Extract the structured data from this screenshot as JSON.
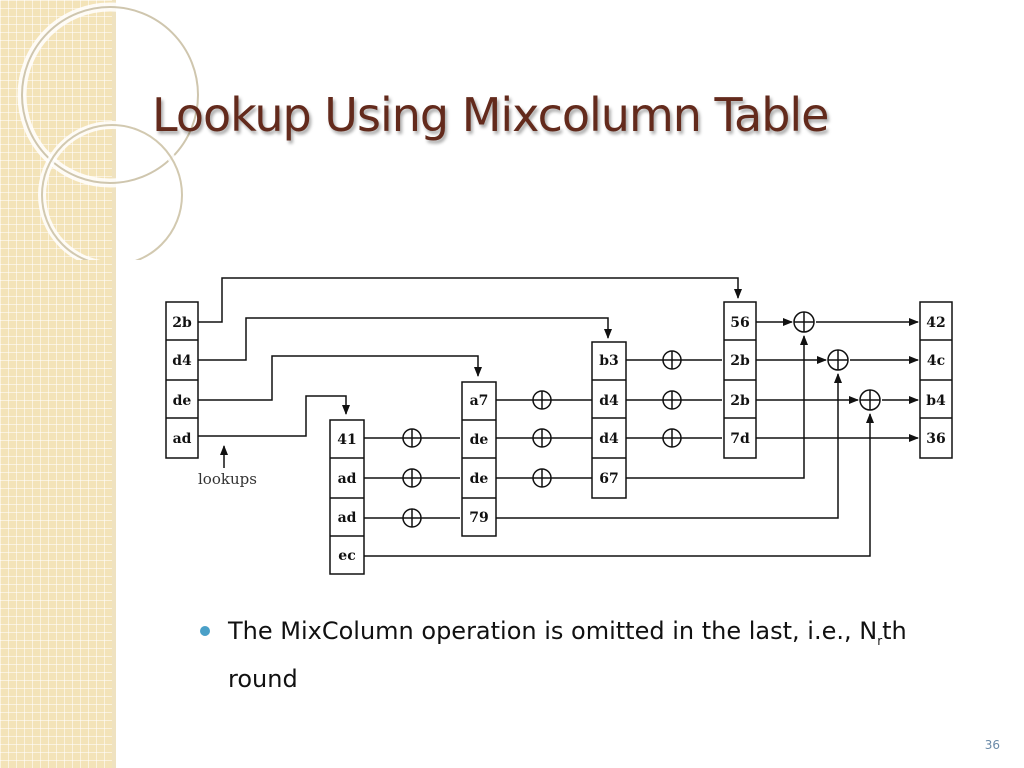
{
  "slide": {
    "title": "Lookup Using Mixcolumn Table",
    "page_number": "36"
  },
  "diagram": {
    "input": [
      "2b",
      "d4",
      "de",
      "ad"
    ],
    "lookup_a": [
      "41",
      "ad",
      "ad",
      "ec"
    ],
    "lookup_b": [
      "a7",
      "de",
      "de",
      "79"
    ],
    "lookup_c": [
      "b3",
      "d4",
      "d4",
      "67"
    ],
    "lookup_d": [
      "56",
      "2b",
      "2b",
      "7d"
    ],
    "output": [
      "42",
      "4c",
      "b4",
      "36"
    ],
    "lookups_label": "lookups"
  },
  "bullets": [
    {
      "pre": "The MixColumn operation is omitted in the last, i.e., N",
      "sub": "r",
      "post": "th round"
    }
  ]
}
